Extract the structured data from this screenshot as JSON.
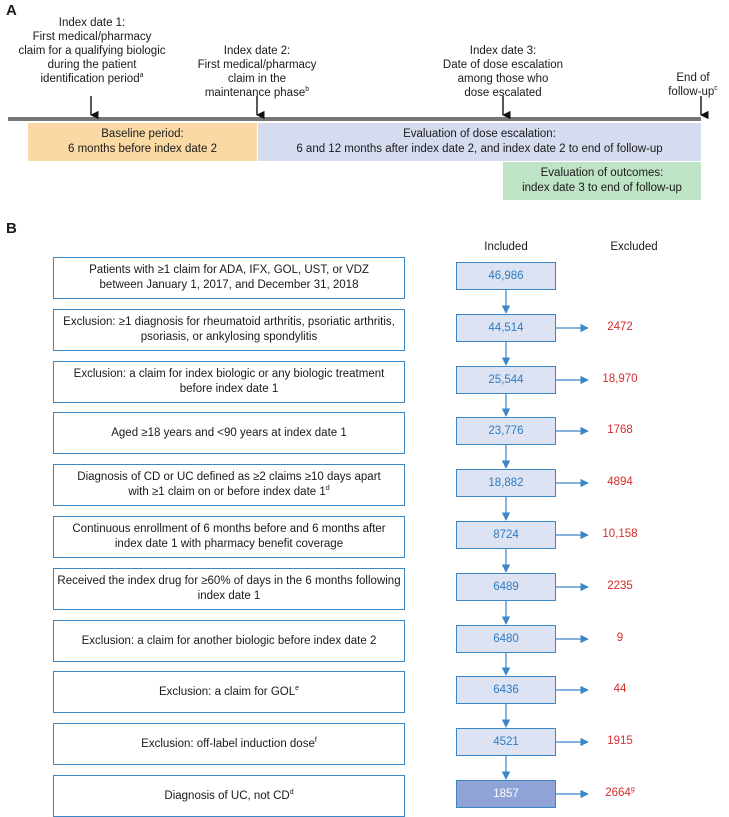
{
  "panel_a": {
    "label": "A",
    "index_dates": [
      {
        "lines": [
          "Index date 1:",
          "First medical/pharmacy",
          "claim for a qualifying biologic",
          "during the patient",
          "identification period"
        ],
        "footnote": "a"
      },
      {
        "lines": [
          "Index date 2:",
          "First medical/pharmacy",
          "claim in the",
          "maintenance phase"
        ],
        "footnote": "b"
      },
      {
        "lines": [
          "Index date 3:",
          "Date of dose escalation",
          "among those who",
          "dose escalated"
        ],
        "footnote": ""
      },
      {
        "lines": [
          "End of",
          "follow-up"
        ],
        "footnote": "c"
      }
    ],
    "periods": {
      "baseline": {
        "lines": [
          "Baseline period:",
          "6 months before index date 2"
        ],
        "color": "#fad9a5"
      },
      "escalation": {
        "lines": [
          "Evaluation of dose escalation:",
          "6 and 12 months after index date 2, and index date 2 to end of follow-up"
        ],
        "color": "#d5dcef"
      },
      "outcomes": {
        "lines": [
          "Evaluation of outcomes:",
          "index date 3 to end of follow-up"
        ],
        "color": "#bfe3c5"
      }
    },
    "timeline_color": "#7a7a7a"
  },
  "panel_b": {
    "label": "B",
    "included_header": "Included",
    "excluded_header": "Excluded",
    "steps": [
      {
        "lines": [
          "Patients with ≥1 claim for ADA, IFX, GOL, UST, or VDZ",
          "between January 1, 2017, and December 31, 2018"
        ],
        "included": "46,986",
        "excluded": "",
        "excluded_sup": ""
      },
      {
        "lines": [
          "Exclusion: ≥1 diagnosis for rheumatoid arthritis, psoriatic arthritis,",
          "psoriasis, or ankylosing spondylitis"
        ],
        "included": "44,514",
        "excluded": "2472",
        "excluded_sup": ""
      },
      {
        "lines": [
          "Exclusion: a claim for index biologic or any biologic treatment",
          "before index date 1"
        ],
        "included": "25,544",
        "excluded": "18,970",
        "excluded_sup": ""
      },
      {
        "lines": [
          "Aged ≥18 years and <90 years at index date 1"
        ],
        "included": "23,776",
        "excluded": "1768",
        "excluded_sup": ""
      },
      {
        "lines": [
          "Diagnosis of CD or UC defined as ≥2 claims ≥10 days apart",
          "with ≥1 claim on or before index date 1"
        ],
        "line_sup": "d",
        "included": "18,882",
        "excluded": "4894",
        "excluded_sup": ""
      },
      {
        "lines": [
          "Continuous enrollment of 6 months before and 6 months after",
          "index date 1 with pharmacy benefit coverage"
        ],
        "included": "8724",
        "excluded": "10,158",
        "excluded_sup": ""
      },
      {
        "lines": [
          "Received the index drug for ≥60% of days in the 6 months following",
          "index date 1"
        ],
        "included": "6489",
        "excluded": "2235",
        "excluded_sup": ""
      },
      {
        "lines": [
          "Exclusion: a claim for another biologic before index date 2"
        ],
        "included": "6480",
        "excluded": "9",
        "excluded_sup": ""
      },
      {
        "lines": [
          "Exclusion: a claim for GOL"
        ],
        "line_sup": "e",
        "included": "6436",
        "excluded": "44",
        "excluded_sup": ""
      },
      {
        "lines": [
          "Exclusion: off-label induction dose"
        ],
        "line_sup": "f",
        "included": "4521",
        "excluded": "1915",
        "excluded_sup": ""
      },
      {
        "lines": [
          "Diagnosis of UC, not CD"
        ],
        "line_sup": "d",
        "included": "1857",
        "excluded": "2664",
        "excluded_sup": "g"
      }
    ]
  }
}
